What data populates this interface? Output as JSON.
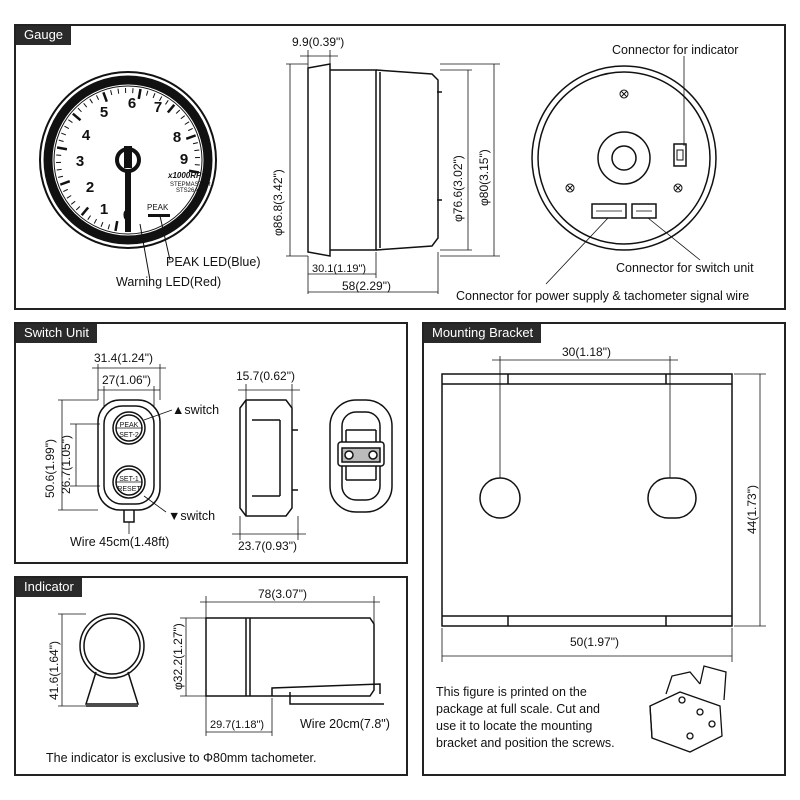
{
  "panels": {
    "gauge": "Gauge",
    "switch_unit": "Switch Unit",
    "indicator": "Indicator",
    "mounting_bracket": "Mounting Bracket"
  },
  "gauge": {
    "dial_numbers": [
      "0",
      "1",
      "2",
      "3",
      "4",
      "5",
      "6",
      "7",
      "8",
      "9"
    ],
    "unit_label": "x1000RPM",
    "brand_line1": "STEPMASTER",
    "brand_line2": "STS26A",
    "peak_label": "PEAK",
    "peak_led_label": "PEAK LED(Blue)",
    "warning_led_label": "Warning LED(Red)",
    "dim_front_depth": "9.9(0.39\")",
    "dim_face_diameter": "φ86.8(3.42\")",
    "dim_body_diameter": "φ76.6(3.02\")",
    "dim_rear_diameter": "φ80(3.15\")",
    "dim_body_length": "30.1(1.19\")",
    "dim_total_length": "58(2.29\")",
    "connector_indicator": "Connector for indicator",
    "connector_switch": "Connector for switch unit",
    "connector_power": "Connector for power supply & tachometer signal wire"
  },
  "switch_unit": {
    "dim_width_outer": "31.4(1.24\")",
    "dim_width_inner": "27(1.06\")",
    "dim_height_outer": "50.6(1.99\")",
    "dim_height_inner": "26.7(1.05\")",
    "btn_top_line1": "PEAK",
    "btn_top_line2": "SET-2",
    "btn_bottom_line1": "SET-1",
    "btn_bottom_line2": "RESET",
    "up_switch": "▲switch",
    "down_switch": "▼switch",
    "wire_length": "Wire 45cm(1.48ft)",
    "dim_depth_top": "15.7(0.62\")",
    "dim_depth_bottom": "23.7(0.93\")"
  },
  "indicator": {
    "dim_height": "41.6(1.64\")",
    "dim_length": "78(3.07\")",
    "dim_diameter": "φ32.2(1.27\")",
    "dim_front": "29.7(1.18\")",
    "wire_length": "Wire 20cm(7.8\")",
    "note": "The indicator is exclusive to Φ80mm tachometer."
  },
  "bracket": {
    "dim_hole_spacing": "30(1.18\")",
    "dim_height": "44(1.73\")",
    "dim_width": "50(1.97\")",
    "note_lines": [
      "This figure is printed on the",
      "package at full scale.  Cut and",
      "use it to locate the mounting",
      "bracket and position the screws."
    ]
  }
}
